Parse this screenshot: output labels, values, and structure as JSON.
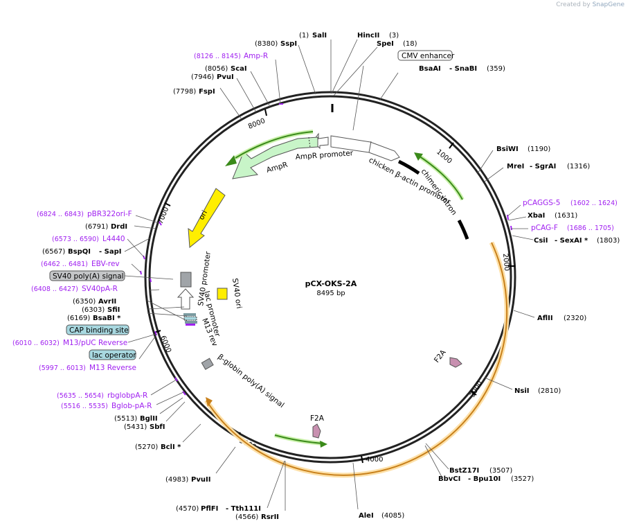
{
  "credit": {
    "created_by": "Created by",
    "brand": "SnapGene"
  },
  "plasmid": {
    "name": "pCX-OKS-2A",
    "length_label": "8495 bp",
    "length": 8495
  },
  "colors": {
    "backbone": "#222222",
    "primer": "#a020f0",
    "feature_green": "#c8f5c8",
    "ori": "#ffee00",
    "cds_orange": "#f0c080",
    "promoter_white": "#ffffff",
    "grey": "#a0a4a8",
    "teal": "#a8d8e0",
    "f2a": "#c890b0"
  },
  "ticks": [
    "1000",
    "2000",
    "3000",
    "4000",
    "5000",
    "6000",
    "7000",
    "8000"
  ],
  "sites": [
    {
      "pos": "(1)",
      "name": "SalI"
    },
    {
      "pos": "(3)",
      "name": "HincII"
    },
    {
      "pos": "(18)",
      "name": "SpeI"
    },
    {
      "pos": "(359)",
      "name": "BsaAI",
      "name2": "SnaBI"
    },
    {
      "pos": "(1190)",
      "name": "BsiWI"
    },
    {
      "pos": "(1316)",
      "name": "MreI",
      "name2": "SgrAI"
    },
    {
      "pos": "(1631)",
      "name": "XbaI"
    },
    {
      "pos": "(1803)",
      "name": "CsiI",
      "name2": "SexAI *"
    },
    {
      "pos": "(2320)",
      "name": "AflII"
    },
    {
      "pos": "(2810)",
      "name": "NsiI"
    },
    {
      "pos": "(3507)",
      "name": "BstZ17I"
    },
    {
      "pos": "(3527)",
      "name": "BbvCI",
      "name2": "Bpu10I"
    },
    {
      "pos": "(4085)",
      "name": "AleI"
    },
    {
      "pos": "(4566)",
      "name": "RsrII"
    },
    {
      "pos": "(4570)",
      "name": "PflFI",
      "name2": "Tth111I"
    },
    {
      "pos": "(4983)",
      "name": "PvuII"
    },
    {
      "pos": "(5270)",
      "name": "BclI *"
    },
    {
      "pos": "(5431)",
      "name": "SbfI"
    },
    {
      "pos": "(5513)",
      "name": "BglII"
    },
    {
      "pos": "(6169)",
      "name": "BsaBI *"
    },
    {
      "pos": "(6303)",
      "name": "SfiI"
    },
    {
      "pos": "(6350)",
      "name": "AvrII"
    },
    {
      "pos": "(6567)",
      "name": "BspQI",
      "name2": "SapI"
    },
    {
      "pos": "(6791)",
      "name": "DrdI"
    },
    {
      "pos": "(7798)",
      "name": "FspI"
    },
    {
      "pos": "(7946)",
      "name": "PvuI"
    },
    {
      "pos": "(8056)",
      "name": "ScaI"
    },
    {
      "pos": "(8380)",
      "name": "SspI"
    }
  ],
  "primers": [
    {
      "range": "(8126 .. 8145)",
      "name": "Amp-R"
    },
    {
      "range": "(1602 .. 1624)",
      "name": "pCAGGS-5"
    },
    {
      "range": "(1686 .. 1705)",
      "name": "pCAG-F"
    },
    {
      "range": "(6824 .. 6843)",
      "name": "pBR322ori-F"
    },
    {
      "range": "(6573 .. 6590)",
      "name": "L4440"
    },
    {
      "range": "(6462 .. 6481)",
      "name": "EBV-rev"
    },
    {
      "range": "(6408 .. 6427)",
      "name": "SV40pA-R"
    },
    {
      "range": "(6010 .. 6032)",
      "name": "M13/pUC Reverse"
    },
    {
      "range": "(5997 .. 6013)",
      "name": "M13 Reverse"
    },
    {
      "range": "(5635 .. 5654)",
      "name": "rbglobpA-R"
    },
    {
      "range": "(5516 .. 5535)",
      "name": "Bglob-pA-R"
    }
  ],
  "boxed_features": {
    "cmv": "CMV enhancer",
    "sv40_polya": "SV40 poly(A) signal",
    "cap": "CAP binding site",
    "lac_op": "lac operator"
  },
  "feature_labels": {
    "ampr": "AmpR",
    "ampr_promoter": "AmpR promoter",
    "chicken_promoter": "chicken β-actin promoter",
    "chimeric_intron": "chimeric intron",
    "ori": "ori",
    "sv40_promoter": "SV40 promoter",
    "sv40_ori": "SV40 ori",
    "lac_promoter": "lac promoter",
    "m13_rev": "M13 rev",
    "globin_polya": "β-globin poly(A) signal",
    "f2a_a": "F2A",
    "f2a_b": "F2A"
  }
}
